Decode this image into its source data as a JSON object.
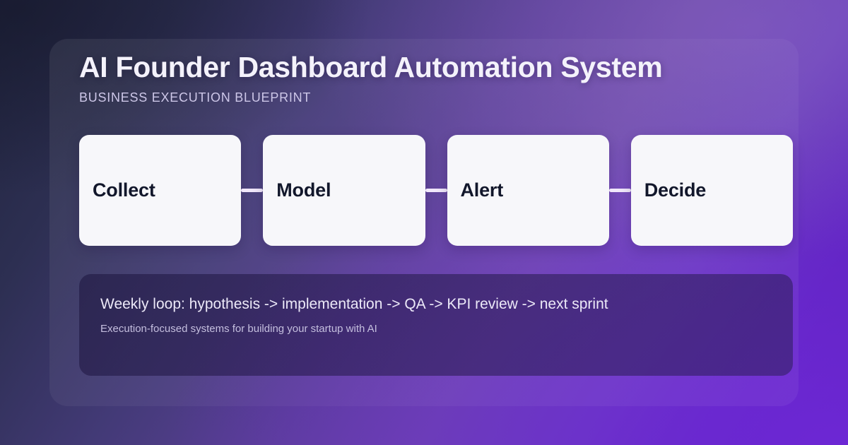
{
  "header": {
    "title": "AI Founder Dashboard Automation System",
    "subtitle": "BUSINESS EXECUTION BLUEPRINT"
  },
  "stages": [
    {
      "label": "Collect"
    },
    {
      "label": "Model"
    },
    {
      "label": "Alert"
    },
    {
      "label": "Decide"
    }
  ],
  "note": {
    "primary": "Weekly loop: hypothesis -> implementation -> QA -> KPI review -> next sprint",
    "secondary": "Execution-focused systems for building your startup with AI"
  },
  "colors": {
    "background_start": "#21253e",
    "background_end": "#5a1fb4",
    "card_background": "#f7f7fa",
    "card_text": "#12172b",
    "connector": "#f1e8fb",
    "title_text": "#f4f2fb",
    "subtitle_text": "#cdc7e8",
    "note_primary_text": "#ece9f8",
    "note_secondary_text": "#c4bede"
  }
}
